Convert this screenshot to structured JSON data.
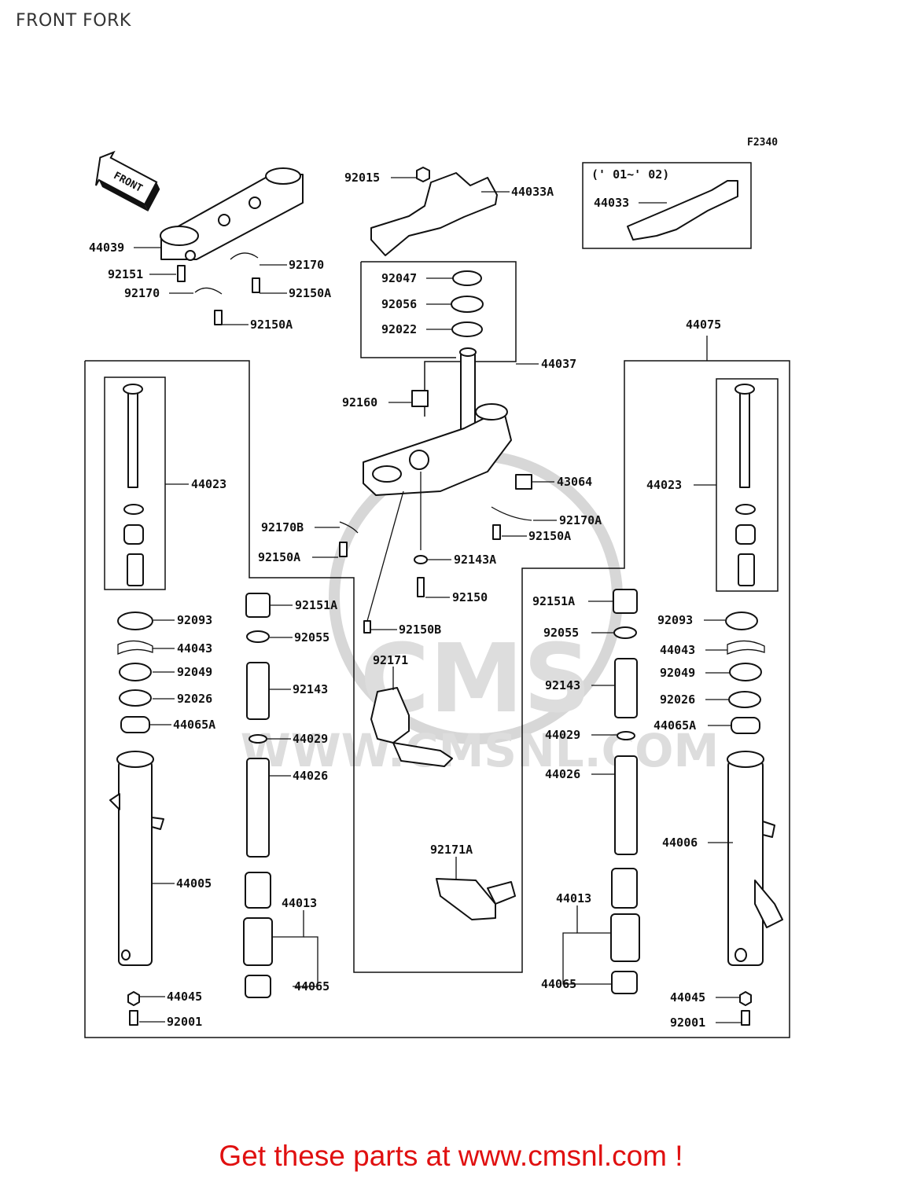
{
  "page": {
    "title": "FRONT FORK"
  },
  "diagram": {
    "code": "F2340",
    "front_marker": "FRONT",
    "variant_caption": "(' 01~' 02)",
    "watermark": {
      "text": "CMS",
      "url": "WWW.CMSNL.COM"
    },
    "callouts": [
      {
        "id": "92015",
        "label": "92015"
      },
      {
        "id": "44033A",
        "label": "44033A"
      },
      {
        "id": "44033",
        "label": "44033"
      },
      {
        "id": "44039",
        "label": "44039"
      },
      {
        "id": "92170-top",
        "label": "92170"
      },
      {
        "id": "92151",
        "label": "92151"
      },
      {
        "id": "92150A-1",
        "label": "92150A"
      },
      {
        "id": "92170-left",
        "label": "92170"
      },
      {
        "id": "92150A-2",
        "label": "92150A"
      },
      {
        "id": "92047",
        "label": "92047"
      },
      {
        "id": "92056",
        "label": "92056"
      },
      {
        "id": "92022",
        "label": "92022"
      },
      {
        "id": "44037",
        "label": "44037"
      },
      {
        "id": "44075",
        "label": "44075"
      },
      {
        "id": "92160",
        "label": "92160"
      },
      {
        "id": "44023-L",
        "label": "44023"
      },
      {
        "id": "44023-R",
        "label": "44023"
      },
      {
        "id": "43064",
        "label": "43064"
      },
      {
        "id": "92170B",
        "label": "92170B"
      },
      {
        "id": "92170A",
        "label": "92170A"
      },
      {
        "id": "92150A-3",
        "label": "92150A"
      },
      {
        "id": "92150A-4",
        "label": "92150A"
      },
      {
        "id": "92143A",
        "label": "92143A"
      },
      {
        "id": "92150",
        "label": "92150"
      },
      {
        "id": "92151A-L",
        "label": "92151A"
      },
      {
        "id": "92151A-R",
        "label": "92151A"
      },
      {
        "id": "92093-L",
        "label": "92093"
      },
      {
        "id": "92093-R",
        "label": "92093"
      },
      {
        "id": "92055-L",
        "label": "92055"
      },
      {
        "id": "92055-R",
        "label": "92055"
      },
      {
        "id": "92150B",
        "label": "92150B"
      },
      {
        "id": "44043-L",
        "label": "44043"
      },
      {
        "id": "44043-R",
        "label": "44043"
      },
      {
        "id": "92171",
        "label": "92171"
      },
      {
        "id": "92049-L",
        "label": "92049"
      },
      {
        "id": "92049-R",
        "label": "92049"
      },
      {
        "id": "92143-L",
        "label": "92143"
      },
      {
        "id": "92143-R",
        "label": "92143"
      },
      {
        "id": "92026-L",
        "label": "92026"
      },
      {
        "id": "92026-R",
        "label": "92026"
      },
      {
        "id": "44065A-L",
        "label": "44065A"
      },
      {
        "id": "44065A-R",
        "label": "44065A"
      },
      {
        "id": "44029-L",
        "label": "44029"
      },
      {
        "id": "44029-R",
        "label": "44029"
      },
      {
        "id": "44026-L",
        "label": "44026"
      },
      {
        "id": "44026-R",
        "label": "44026"
      },
      {
        "id": "44006",
        "label": "44006"
      },
      {
        "id": "92171A",
        "label": "92171A"
      },
      {
        "id": "44005",
        "label": "44005"
      },
      {
        "id": "44013-L",
        "label": "44013"
      },
      {
        "id": "44013-R",
        "label": "44013"
      },
      {
        "id": "44065-L",
        "label": "44065"
      },
      {
        "id": "44065-R",
        "label": "44065"
      },
      {
        "id": "44045-L",
        "label": "44045"
      },
      {
        "id": "44045-R",
        "label": "44045"
      },
      {
        "id": "92001-L",
        "label": "92001"
      },
      {
        "id": "92001-R",
        "label": "92001"
      }
    ]
  },
  "footer": {
    "cta": "Get these parts at www.cmsnl.com !"
  }
}
